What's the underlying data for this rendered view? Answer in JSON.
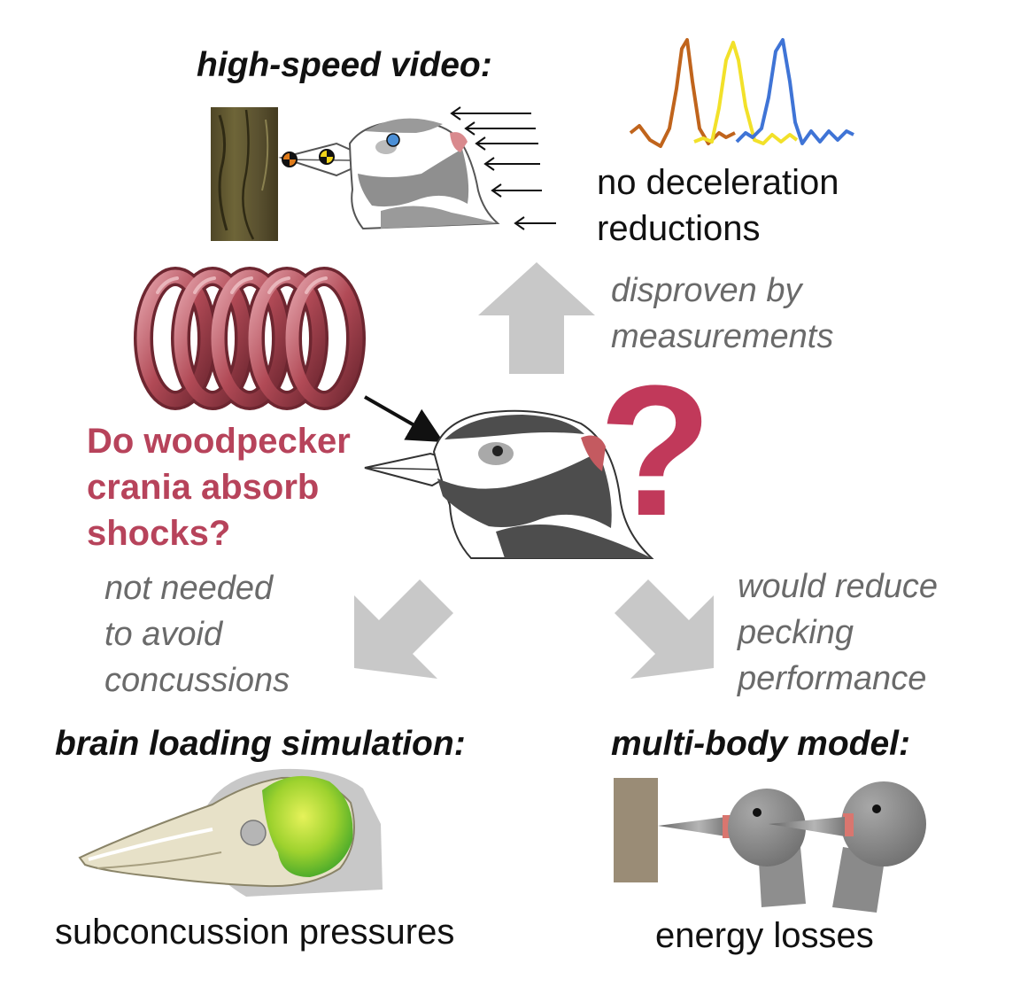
{
  "title": {
    "hs_video": "high-speed video:",
    "brain_sim": "brain loading simulation:",
    "multibody": "multi-body model:"
  },
  "results": {
    "deceleration": "no deceleration\nreductions",
    "pressures": "subconcussion pressures",
    "energy": "energy losses"
  },
  "annotations": {
    "disproven": "disproven by\nmeasurements",
    "not_needed": "not needed\nto avoid\nconcussions",
    "reduce": "would reduce\npecking\nperformance"
  },
  "question": {
    "text": "Do woodpecker\ncrania absorb\nshocks?",
    "mark": "?"
  },
  "colors": {
    "accent": "#b7435b",
    "arrow": "#c8c8c8",
    "trace_1": "#c0641c",
    "trace_2": "#f2e12a",
    "trace_3": "#3f74d6"
  },
  "icons": [
    "tree-bark-icon",
    "woodpecker-head-icon",
    "spring-icon",
    "skull-icon",
    "multibody-model-icon",
    "acceleration-plot-icon"
  ]
}
